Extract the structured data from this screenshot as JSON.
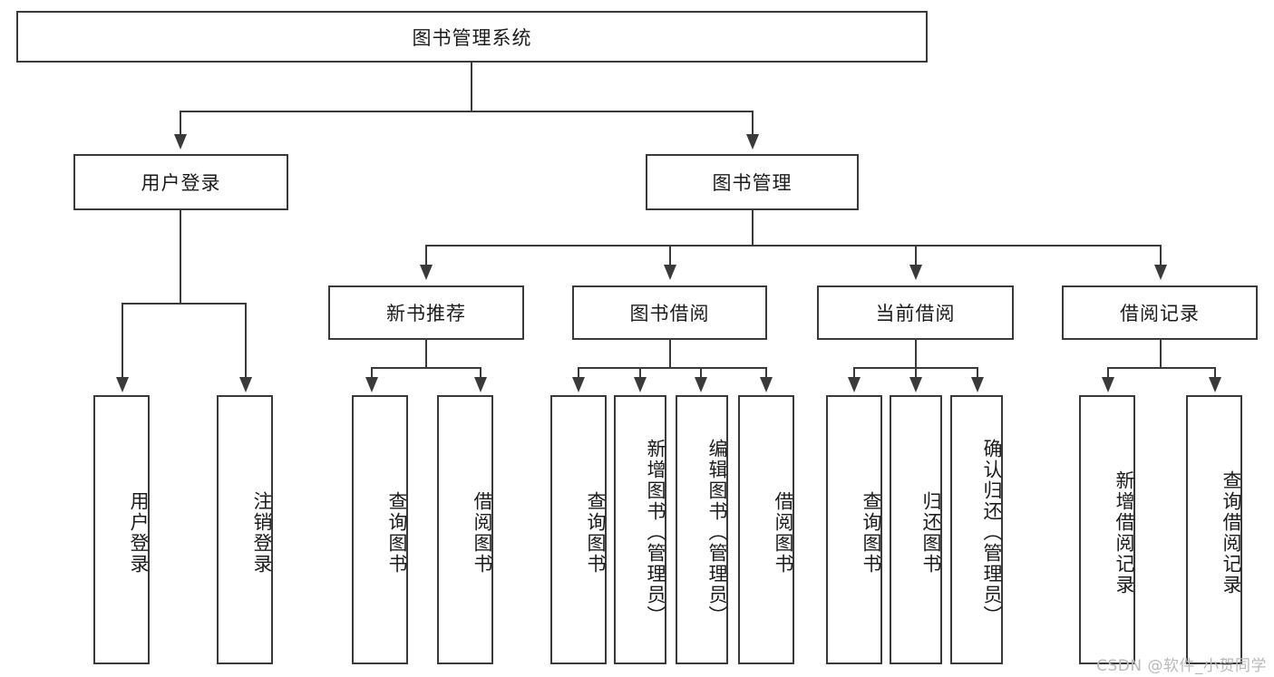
{
  "diagram": {
    "title": "图书管理系统",
    "watermark": "CSDN @软件_小贺同学",
    "colors": {
      "stroke": "#3a3a3a",
      "fill": "#ffffff",
      "text": "#1b1b1b",
      "watermark": "#b9b9b9"
    }
  },
  "nodes": {
    "root": {
      "label": "图书管理系统"
    },
    "level1": [
      {
        "label": "用户登录"
      },
      {
        "label": "图书管理"
      }
    ],
    "level2": [
      {
        "label": "新书推荐"
      },
      {
        "label": "图书借阅"
      },
      {
        "label": "当前借阅"
      },
      {
        "label": "借阅记录"
      }
    ],
    "leaves": {
      "user_login": [
        {
          "label": "用户登录"
        },
        {
          "label": "注销登录"
        }
      ],
      "new_book": [
        {
          "label": "查询图书"
        },
        {
          "label": "借阅图书"
        }
      ],
      "book_borrow": [
        {
          "label": "查询图书"
        },
        {
          "label": "新增图书（管理员）"
        },
        {
          "label": "编辑图书（管理员）"
        },
        {
          "label": "借阅图书"
        }
      ],
      "current_borrow": [
        {
          "label": "查询图书"
        },
        {
          "label": "归还图书"
        },
        {
          "label": "确认归还（管理员）"
        }
      ],
      "borrow_record": [
        {
          "label": "新增借阅记录"
        },
        {
          "label": "查询借阅记录"
        }
      ]
    }
  }
}
